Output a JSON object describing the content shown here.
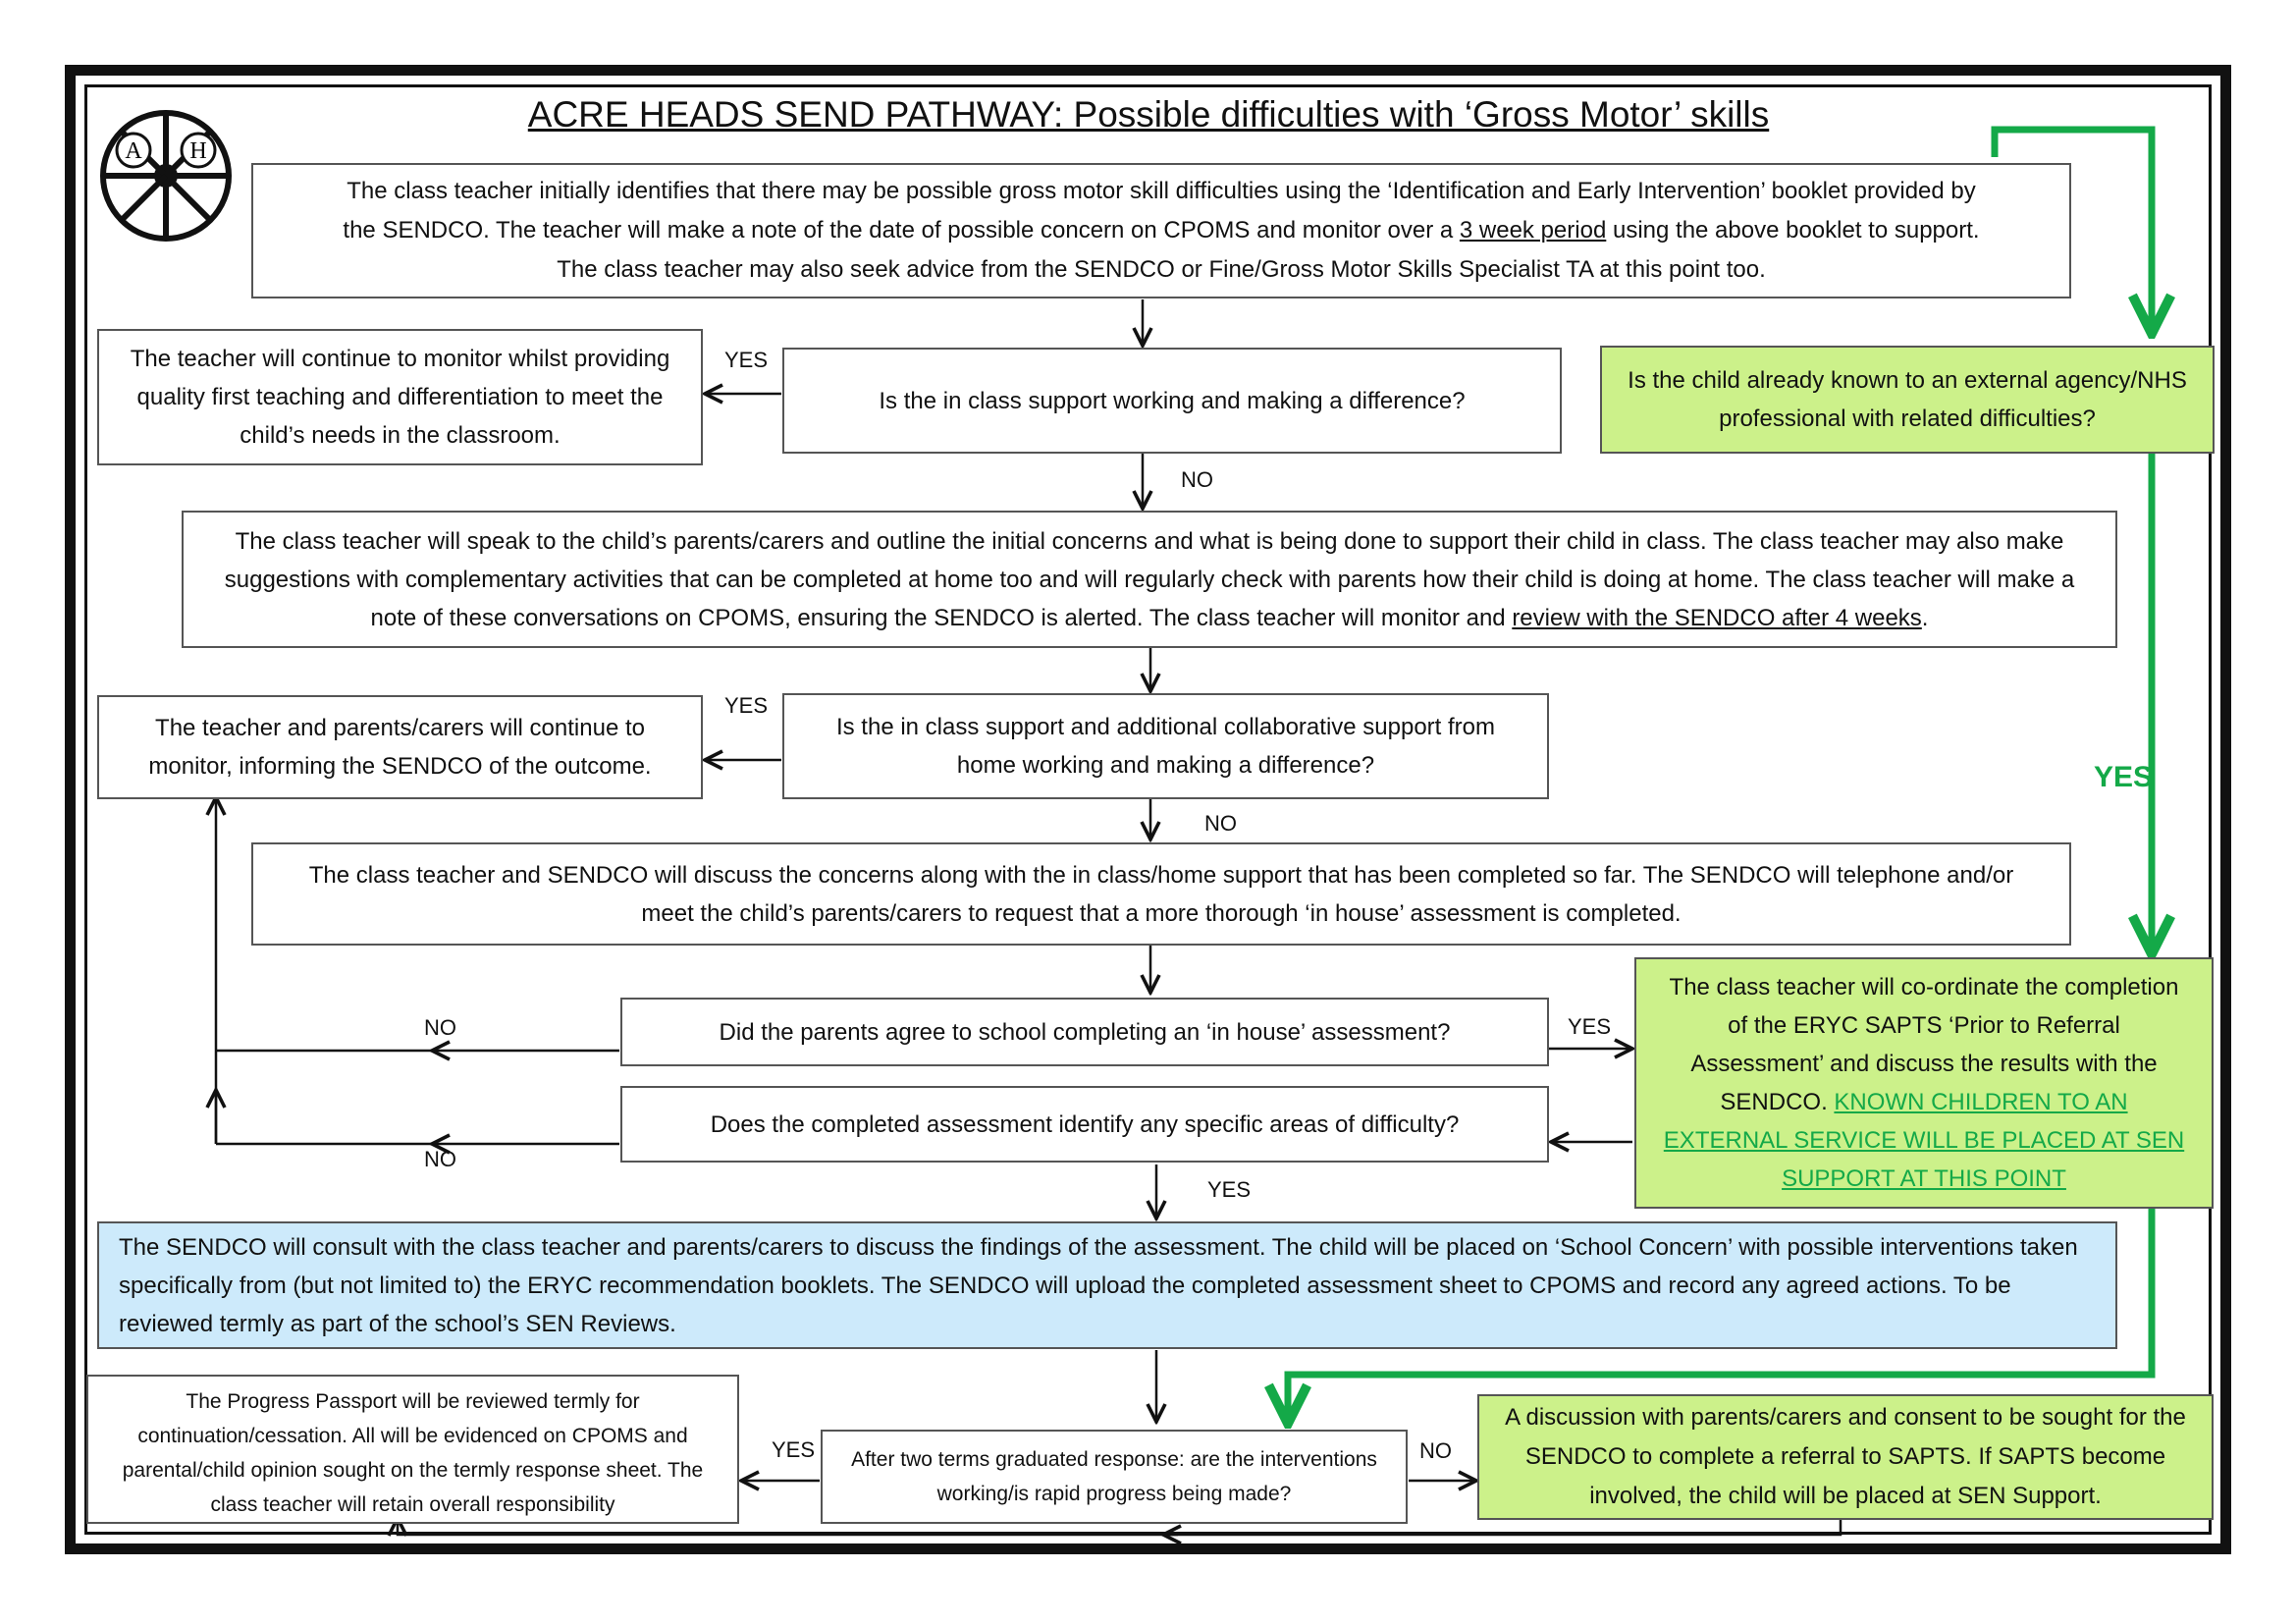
{
  "title": "ACRE HEADS SEND PATHWAY: Possible difficulties with ‘Gross Motor’ skills",
  "logo": {
    "letters": [
      "A",
      "H"
    ],
    "icon": "wheel-logo"
  },
  "colors": {
    "green_fill": "#ccf18a",
    "blue_fill": "#cdeafb",
    "green_line": "#14a948",
    "frame": "#111111"
  },
  "boxes": {
    "identify": {
      "line1": "The class teacher initially identifies that there may be possible gross motor skill difficulties using the ‘Identification and Early Intervention’ booklet provided by",
      "line2_a": "the SENDCO. The teacher will make a note of the date of possible concern on CPOMS and monitor over a ",
      "line2_u": "3 week period",
      "line2_b": " using the above booklet to support.",
      "line3": "The class teacher may also seek advice from the SENDCO or Fine/Gross Motor Skills Specialist TA at this point too."
    },
    "continue_monitor": "The teacher will continue to monitor whilst providing quality first teaching and differentiation to meet the child’s needs in the classroom.",
    "q_in_class": "Is the in class support working and making a difference?",
    "q_external": "Is the child already known to an external agency/NHS professional with related difficulties?",
    "speak_parents": {
      "text_a": "The class teacher will speak to the child’s parents/carers and outline the initial concerns and what is being done to support their child in class. The class teacher may also make suggestions with complementary activities that can be completed at home too and will regularly check with parents how their child is doing at home. The class teacher will make a note of these conversations on CPOMS, ensuring the SENDCO is alerted. The class teacher will monitor and ",
      "text_u": "review with the SENDCO after 4 weeks",
      "text_b": "."
    },
    "parents_continue": "The teacher and parents/carers will continue to monitor, informing the SENDCO of the outcome.",
    "q_collab": "Is the in class support and additional collaborative support from home working and making a difference?",
    "discuss": "The class teacher and SENDCO will discuss the concerns along with the in class/home support that has been completed so far. The SENDCO will telephone and/or meet the child’s parents/carers to request that a more thorough ‘in house’ assessment is completed.",
    "q_agree": "Did the parents agree to school completing an ‘in house’ assessment?",
    "q_identify": "Does the completed assessment identify any specific areas of difficulty?",
    "coordinate": {
      "text": "The class teacher will co-ordinate the completion of the ERYC SAPTS ‘Prior to Referral Assessment’ and discuss the results with the SENDCO. ",
      "link": "KNOWN CHILDREN TO AN EXTERNAL SERVICE WILL BE PLACED AT SEN SUPPORT AT THIS POINT"
    },
    "consult": "The SENDCO will consult with the class teacher and parents/carers to discuss the findings of the assessment. The child will be placed on ‘School Concern’ with possible interventions taken specifically from (but not limited to) the ERYC recommendation booklets. The SENDCO will upload the completed assessment sheet to CPOMS and record any agreed actions. To be reviewed termly as part of the school’s SEN Reviews.",
    "passport": "The Progress Passport will be reviewed termly for continuation/cessation. All will be evidenced on CPOMS and parental/child opinion sought on the termly response sheet. The class teacher will retain overall responsibility",
    "q_two_terms": "After two terms graduated response: are the interventions working/is rapid progress being made?",
    "referral": "A discussion with parents/carers and consent to be sought for the SENDCO to complete a referral to SAPTS. If SAPTS become involved, the child will be placed at SEN Support."
  },
  "labels": {
    "yes": "YES",
    "no": "NO",
    "yes_green": "YES"
  }
}
